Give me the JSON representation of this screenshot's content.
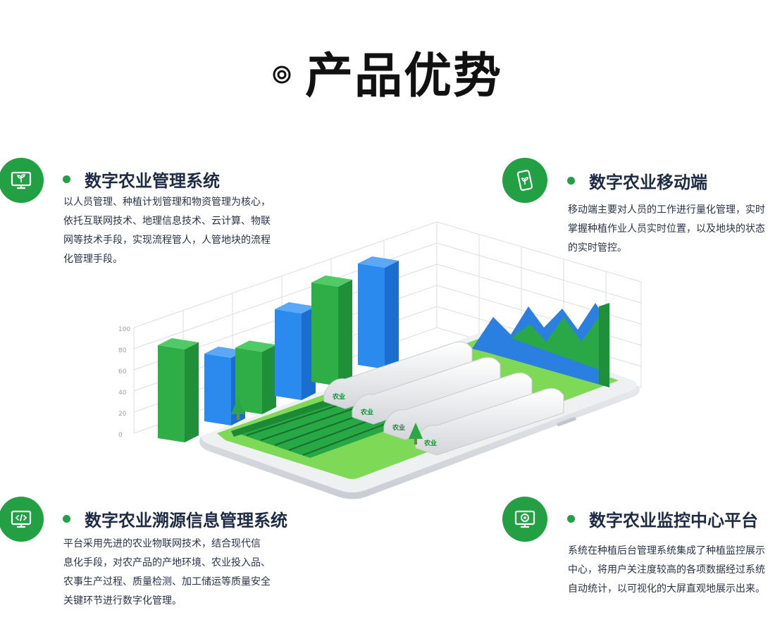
{
  "title": "产品优势",
  "icons": {
    "title": "ring-icon"
  },
  "colors": {
    "accent": "#22a043",
    "bar_green": "#2fae48",
    "bar_blue": "#2b8aee",
    "text": "#1d2b45"
  },
  "features": [
    {
      "title": "数字农业管理系统",
      "icon": "monitor-sprout-icon",
      "lines": [
        "以人员管理、种植计划管理和物资管理为核心，",
        "依托互联网技术、地理信息技术、云计算、物联",
        "网等技术手段，实现流程管人，人管地块的流程",
        "化管理手段。"
      ]
    },
    {
      "title": "数字农业移动端",
      "icon": "mobile-sprout-icon",
      "lines": [
        "移动端主要对人员的工作进行量化管理，实时",
        "掌握种植作业人员实时位置，以及地块的状态",
        "的实时管控。"
      ]
    },
    {
      "title": "数字农业溯源信息管理系统",
      "icon": "code-monitor-icon",
      "lines": [
        "平台采用先进的农业物联网技术，结合现代信",
        "息化手段，对农产品的产地环境、农业投入品、",
        "农事生产过程、质量检测、加工储运等质量安全",
        "关键环节进行数字化管理。"
      ]
    },
    {
      "title": "数字农业监控中心平台",
      "icon": "monitor-camera-icon",
      "lines": [
        "系统在种植后台管理系统集成了种植监控展示",
        "中心，将用户关注度较高的各项数据经过系统",
        "自动统计，以可视化的大屏直观地展示出来。"
      ]
    }
  ],
  "chart_data": {
    "type": "bar",
    "yticks": [
      "100",
      "80",
      "60",
      "40",
      "20",
      "0"
    ],
    "ylim": [
      0,
      100
    ],
    "series": [
      {
        "values": [
          88,
          59,
          94
        ]
      },
      {
        "values": [
          64,
          82,
          96
        ]
      }
    ]
  },
  "illustration": {
    "greenhouse_labels": [
      "农业",
      "农业",
      "农业",
      "农业"
    ]
  }
}
